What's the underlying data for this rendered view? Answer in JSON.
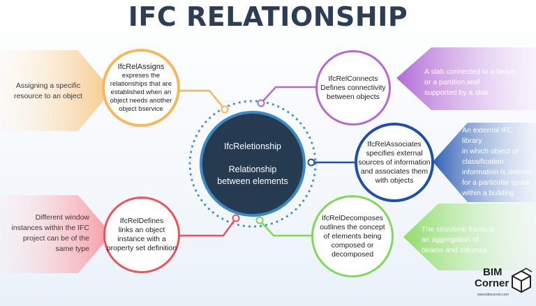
{
  "title": "IFC RELATIONSHIP",
  "hub": {
    "name": "IfcReletionship",
    "desc_line1": "Relationship",
    "desc_line2": "between elements"
  },
  "nodes": {
    "assigns": {
      "title": "IfcRelAssigns",
      "lines": [
        "expreses the",
        "relationships that are",
        "established when an",
        "object needs another",
        "object bservice"
      ],
      "side": [
        "Assigning a specific",
        "resource to an object"
      ],
      "color": "#f6b85c"
    },
    "connects": {
      "title": "IfcRelConnects",
      "lines": [
        "Defines connectivity",
        "between objects"
      ],
      "side": [
        "A slab connected to a beam",
        "or a partition wall",
        "supported by a slab"
      ],
      "color": "#b768d6"
    },
    "associates": {
      "title": "IfcRelAssociates",
      "lines": [
        "specifies external",
        "sources of information",
        "and associates them",
        "with objects"
      ],
      "side": [
        "An external IFC library",
        "in which object or",
        "classification",
        "information is defined",
        "for a particular space",
        "within a building"
      ],
      "color": "#1f4fa8"
    },
    "defines": {
      "title": "IfcRelDefines",
      "lines": [
        "links an object",
        "instance with a",
        "property set definition"
      ],
      "side": [
        "Different window",
        "instances within the IFC",
        "project can be of the",
        "same type"
      ],
      "color": "#f0505a"
    },
    "decomposes": {
      "title": "IfcRelDecomposes",
      "lines": [
        "outlines the concept",
        "of elements being",
        "composed or",
        "decomposed"
      ],
      "side": [
        "The structural frame is",
        "an aggregation of",
        "beams and columns"
      ],
      "color": "#7ed957"
    }
  },
  "logo": {
    "line1": "BIM",
    "line2": "Corner",
    "url": "www.bimcorner.com"
  }
}
